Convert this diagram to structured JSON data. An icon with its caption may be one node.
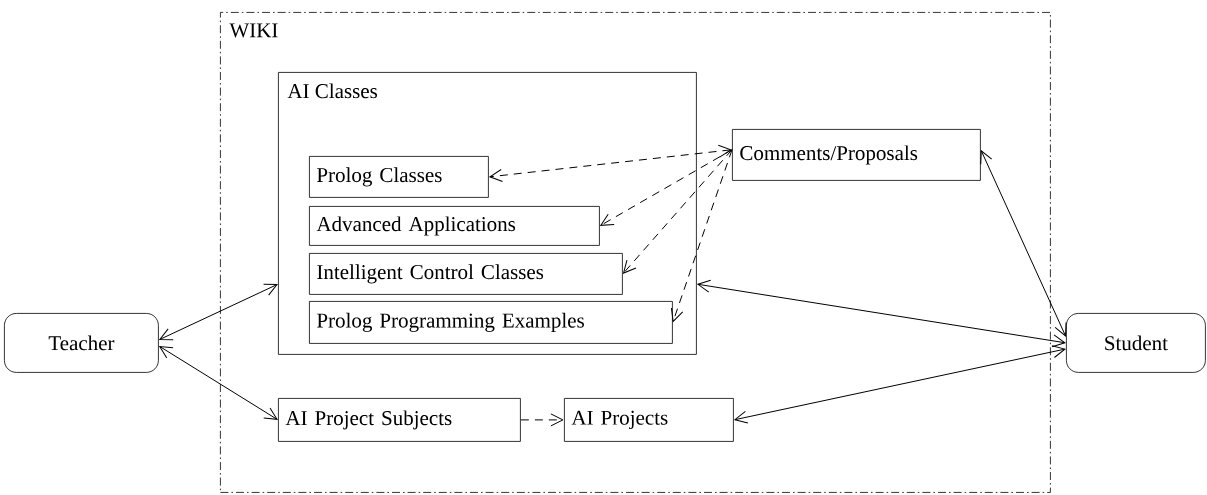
{
  "diagram": {
    "nodes": [
      {
        "text": [
          "WIKI"
        ]
      },
      {
        "text": [
          "AI Classes"
        ],
        "in": 0
      },
      {
        "text": [
          "Prolog Classes"
        ],
        "in": 1
      },
      {
        "text": [
          "Advanced Applications"
        ],
        "in": 1
      },
      {
        "text": [
          "Intelligent Control Classes"
        ],
        "in": 1
      },
      {
        "text": [
          "Prolog Programming Examples"
        ],
        "in": 1
      },
      {
        "text": [
          "Comments/Proposals"
        ],
        "in": 0
      },
      {
        "text": [
          "AI Project Subjects"
        ],
        "in": 0
      },
      {
        "text": [
          "AI Projects"
        ],
        "in": 0
      },
      {
        "text": [
          "Teacher"
        ]
      },
      {
        "text": [
          "Student"
        ]
      }
    ],
    "edges": [
      {
        "from": 9,
        "to": 1,
        "arrow": "both"
      },
      {
        "from": 9,
        "to": 7,
        "arrow": "both"
      },
      {
        "from": 7,
        "to": 8,
        "arrow": "to",
        "style": "dashed"
      },
      {
        "from": 6,
        "to": 2,
        "arrow": "both",
        "style": "dashed"
      },
      {
        "from": 6,
        "to": 3,
        "arrow": "to",
        "style": "dashed"
      },
      {
        "from": 6,
        "to": 4,
        "arrow": "to",
        "style": "dashed"
      },
      {
        "from": 6,
        "to": 5,
        "arrow": "to",
        "style": "dashed"
      },
      {
        "from": 6,
        "to": 10,
        "arrow": "both"
      },
      {
        "from": 1,
        "to": 10,
        "arrow": "both"
      },
      {
        "from": 8,
        "to": 10,
        "arrow": "both"
      }
    ]
  }
}
